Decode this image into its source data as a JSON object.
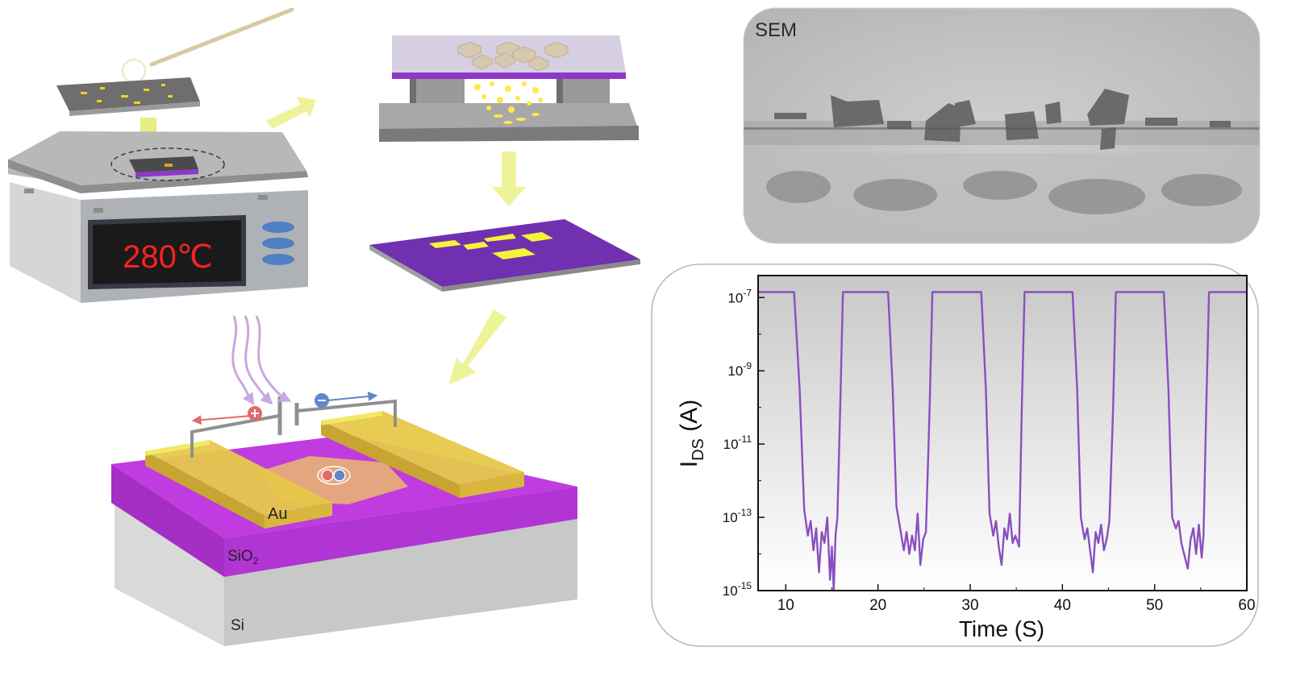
{
  "hotplate": {
    "temperature": "280℃"
  },
  "device": {
    "electrode_label": "Au",
    "oxide_label": "SiO",
    "oxide_subscript": "2",
    "substrate_label": "Si"
  },
  "sem": {
    "label": "SEM"
  },
  "chart_data": {
    "type": "line",
    "xlabel": "Time (S)",
    "ylabel_main": "I",
    "ylabel_sub": "DS",
    "ylabel_unit": " (A)",
    "xlim": [
      7,
      60
    ],
    "ylim_log10": [
      -15,
      -6.4
    ],
    "y_scale": "log",
    "x_ticks": [
      10,
      20,
      30,
      40,
      50,
      60
    ],
    "y_ticks": [
      {
        "exp": -7,
        "base": "10",
        "sup": "-7"
      },
      {
        "exp": -9,
        "base": "10",
        "sup": "-9"
      },
      {
        "exp": -11,
        "base": "10",
        "sup": "-11"
      },
      {
        "exp": -13,
        "base": "10",
        "sup": "-13"
      },
      {
        "exp": -15,
        "base": "10",
        "sup": "-15"
      }
    ],
    "series": [
      {
        "color": "#8a4fc0",
        "points": [
          [
            7,
            -6.85
          ],
          [
            10.9,
            -6.85
          ],
          [
            11.5,
            -9.5
          ],
          [
            12.0,
            -12.8
          ],
          [
            12.4,
            -13.5
          ],
          [
            12.7,
            -13.1
          ],
          [
            13.0,
            -13.9
          ],
          [
            13.3,
            -13.3
          ],
          [
            13.6,
            -14.5
          ],
          [
            13.9,
            -13.4
          ],
          [
            14.2,
            -13.7
          ],
          [
            14.5,
            -13.0
          ],
          [
            14.8,
            -14.7
          ],
          [
            15.0,
            -13.8
          ],
          [
            15.2,
            -15.0
          ],
          [
            15.4,
            -13.5
          ],
          [
            15.6,
            -13.0
          ],
          [
            15.9,
            -10.0
          ],
          [
            16.2,
            -6.85
          ],
          [
            21.1,
            -6.85
          ],
          [
            21.6,
            -9.5
          ],
          [
            22.0,
            -12.7
          ],
          [
            22.4,
            -13.3
          ],
          [
            22.8,
            -13.9
          ],
          [
            23.1,
            -13.4
          ],
          [
            23.4,
            -14.0
          ],
          [
            23.7,
            -13.5
          ],
          [
            24.0,
            -13.9
          ],
          [
            24.3,
            -12.9
          ],
          [
            24.6,
            -14.3
          ],
          [
            24.9,
            -13.6
          ],
          [
            25.2,
            -13.4
          ],
          [
            25.6,
            -10.0
          ],
          [
            25.9,
            -6.85
          ],
          [
            31.2,
            -6.85
          ],
          [
            31.7,
            -9.5
          ],
          [
            32.1,
            -12.9
          ],
          [
            32.5,
            -13.5
          ],
          [
            32.8,
            -13.1
          ],
          [
            33.1,
            -13.8
          ],
          [
            33.4,
            -14.3
          ],
          [
            33.7,
            -13.3
          ],
          [
            34.0,
            -13.6
          ],
          [
            34.3,
            -12.9
          ],
          [
            34.6,
            -13.7
          ],
          [
            34.9,
            -13.5
          ],
          [
            35.3,
            -13.8
          ],
          [
            35.6,
            -10.0
          ],
          [
            35.9,
            -6.85
          ],
          [
            41.1,
            -6.85
          ],
          [
            41.6,
            -9.5
          ],
          [
            42.0,
            -13.0
          ],
          [
            42.4,
            -13.6
          ],
          [
            42.7,
            -13.3
          ],
          [
            43.0,
            -13.9
          ],
          [
            43.3,
            -14.5
          ],
          [
            43.6,
            -13.4
          ],
          [
            43.9,
            -13.7
          ],
          [
            44.2,
            -13.2
          ],
          [
            44.5,
            -13.9
          ],
          [
            44.8,
            -13.6
          ],
          [
            45.1,
            -13.1
          ],
          [
            45.5,
            -10.0
          ],
          [
            45.8,
            -6.85
          ],
          [
            51.0,
            -6.85
          ],
          [
            51.5,
            -9.5
          ],
          [
            51.9,
            -13.0
          ],
          [
            52.3,
            -13.3
          ],
          [
            52.6,
            -13.1
          ],
          [
            52.9,
            -13.7
          ],
          [
            53.2,
            -14.0
          ],
          [
            53.6,
            -14.4
          ],
          [
            53.9,
            -13.6
          ],
          [
            54.2,
            -13.3
          ],
          [
            54.5,
            -14.0
          ],
          [
            54.8,
            -13.2
          ],
          [
            55.1,
            -14.1
          ],
          [
            55.3,
            -13.5
          ],
          [
            55.6,
            -10.0
          ],
          [
            55.9,
            -6.85
          ],
          [
            60,
            -6.85
          ]
        ]
      }
    ]
  }
}
